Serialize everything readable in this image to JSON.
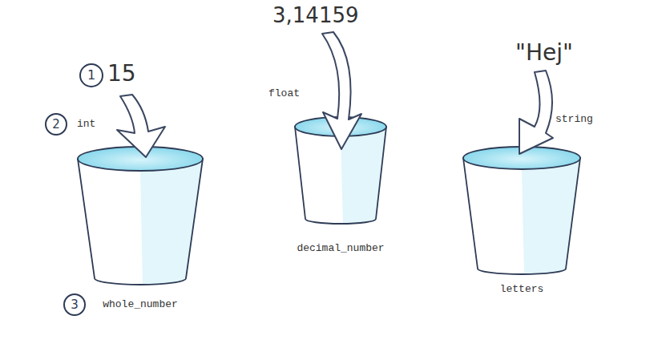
{
  "diagram": {
    "nodes": [
      {
        "text": [
          "whole_number"
        ]
      },
      {
        "text": [
          "decimal_number"
        ]
      },
      {
        "text": [
          "letters"
        ]
      }
    ],
    "labels": [
      "3,14159",
      "1",
      "15",
      "\"Hej\"",
      "float",
      "string",
      "2",
      "int",
      "3"
    ]
  }
}
